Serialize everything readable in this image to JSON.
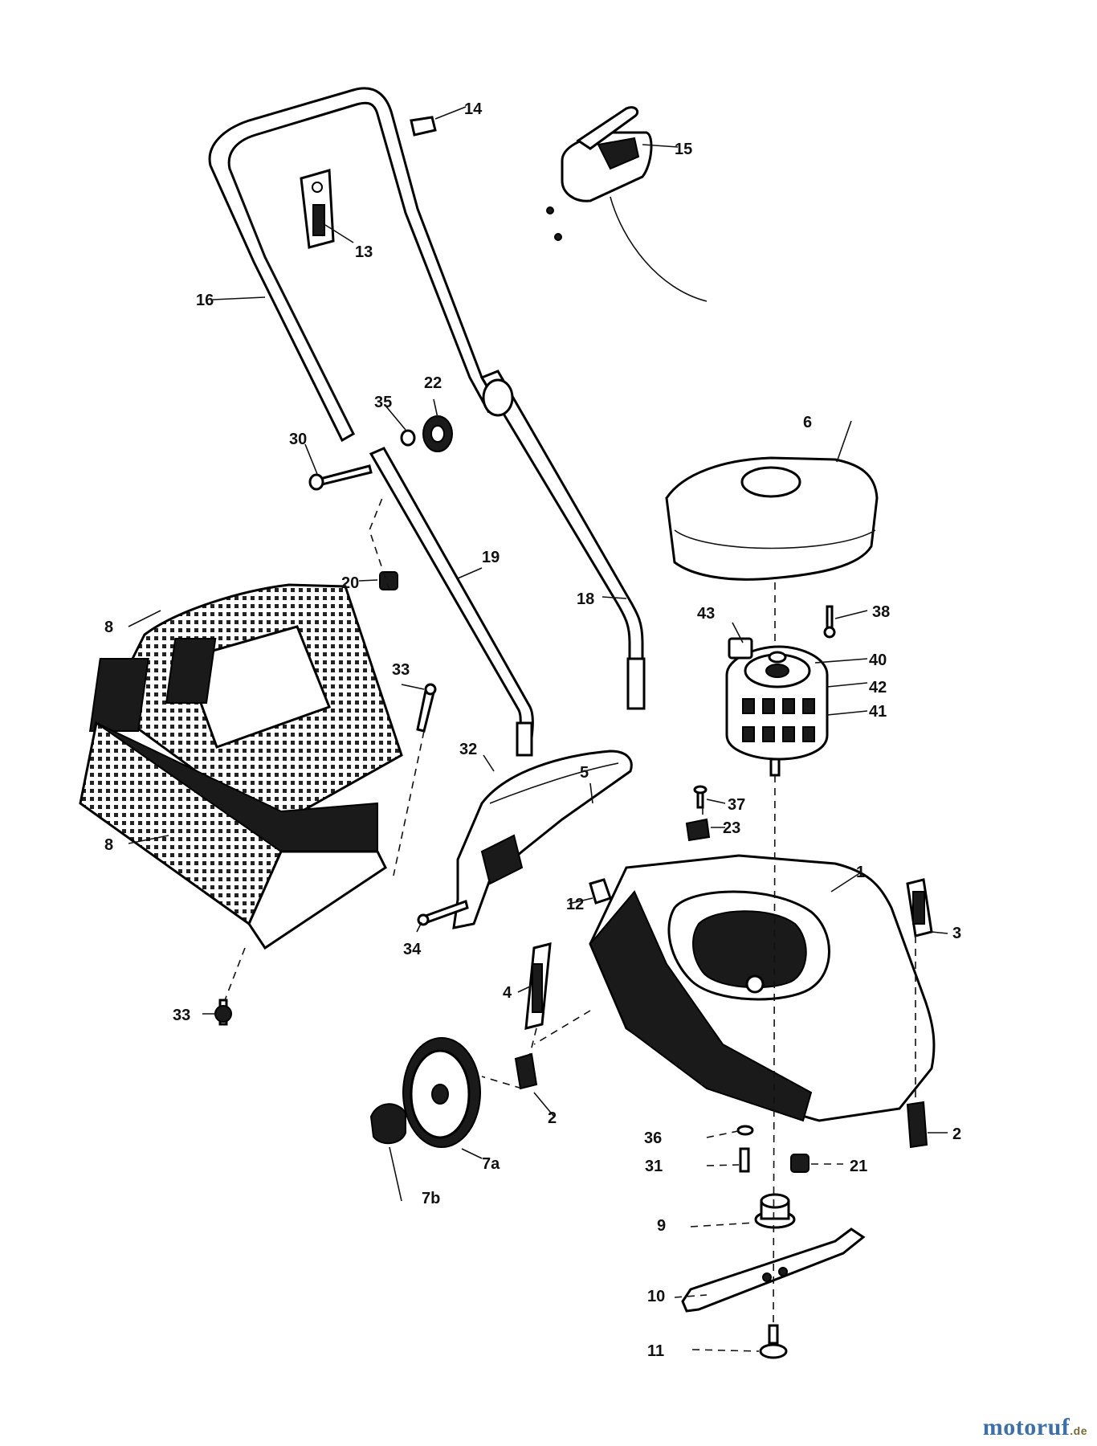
{
  "diagram": {
    "parts": [
      {
        "id": "p1",
        "label": "1"
      },
      {
        "id": "p2a",
        "label": "2"
      },
      {
        "id": "p2b",
        "label": "2"
      },
      {
        "id": "p3",
        "label": "3"
      },
      {
        "id": "p4",
        "label": "4"
      },
      {
        "id": "p5",
        "label": "5"
      },
      {
        "id": "p6",
        "label": "6"
      },
      {
        "id": "p7a",
        "label": "7a"
      },
      {
        "id": "p7b",
        "label": "7b"
      },
      {
        "id": "p8a",
        "label": "8"
      },
      {
        "id": "p8b",
        "label": "8"
      },
      {
        "id": "p9",
        "label": "9"
      },
      {
        "id": "p10",
        "label": "10"
      },
      {
        "id": "p11",
        "label": "11"
      },
      {
        "id": "p12",
        "label": "12"
      },
      {
        "id": "p13",
        "label": "13"
      },
      {
        "id": "p14",
        "label": "14"
      },
      {
        "id": "p15",
        "label": "15"
      },
      {
        "id": "p16",
        "label": "16"
      },
      {
        "id": "p18",
        "label": "18"
      },
      {
        "id": "p19",
        "label": "19"
      },
      {
        "id": "p20",
        "label": "20"
      },
      {
        "id": "p21",
        "label": "21"
      },
      {
        "id": "p22",
        "label": "22"
      },
      {
        "id": "p23",
        "label": "23"
      },
      {
        "id": "p30",
        "label": "30"
      },
      {
        "id": "p31",
        "label": "31"
      },
      {
        "id": "p32",
        "label": "32"
      },
      {
        "id": "p33a",
        "label": "33"
      },
      {
        "id": "p33b",
        "label": "33"
      },
      {
        "id": "p34",
        "label": "34"
      },
      {
        "id": "p35",
        "label": "35"
      },
      {
        "id": "p36",
        "label": "36"
      },
      {
        "id": "p37",
        "label": "37"
      },
      {
        "id": "p38",
        "label": "38"
      },
      {
        "id": "p40",
        "label": "40"
      },
      {
        "id": "p41",
        "label": "41"
      },
      {
        "id": "p42",
        "label": "42"
      },
      {
        "id": "p43",
        "label": "43"
      }
    ]
  },
  "watermark": {
    "brand": "motoruf",
    "suffix": ".de",
    "brand_color": "#3d6fa8"
  }
}
